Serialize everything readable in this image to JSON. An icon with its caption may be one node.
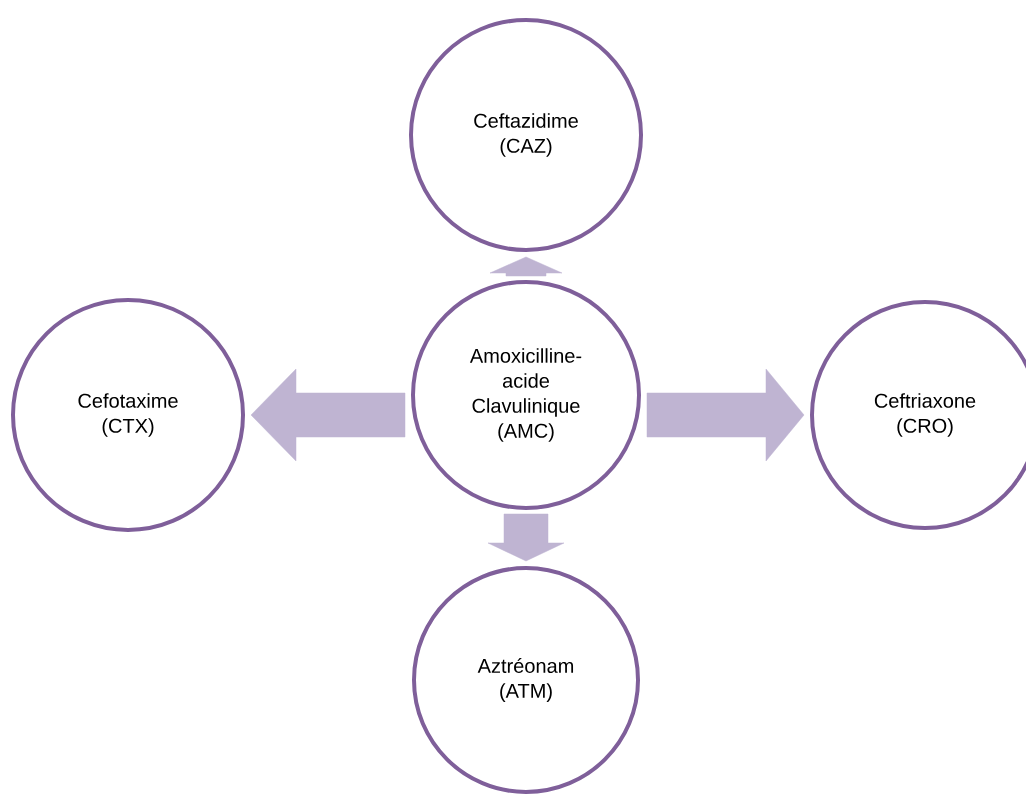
{
  "diagram": {
    "nodes": [
      {
        "text": [
          "Ceftazidime (CAZ)"
        ]
      },
      {
        "text": [
          "Cefotaxime (CTX)"
        ]
      },
      {
        "text": [
          "Amoxicilline-acide Clavulinique (AMC)"
        ]
      },
      {
        "text": [
          "Ceftriaxone (CRO)"
        ]
      },
      {
        "text": [
          "Aztréonam (ATM)"
        ]
      }
    ],
    "edges": [
      {
        "from": 2,
        "to": 0,
        "arrow": "to"
      },
      {
        "from": 2,
        "to": 1,
        "arrow": "to"
      },
      {
        "from": 2,
        "to": 3,
        "arrow": "to"
      },
      {
        "from": 2,
        "to": 4,
        "arrow": "to"
      }
    ]
  }
}
